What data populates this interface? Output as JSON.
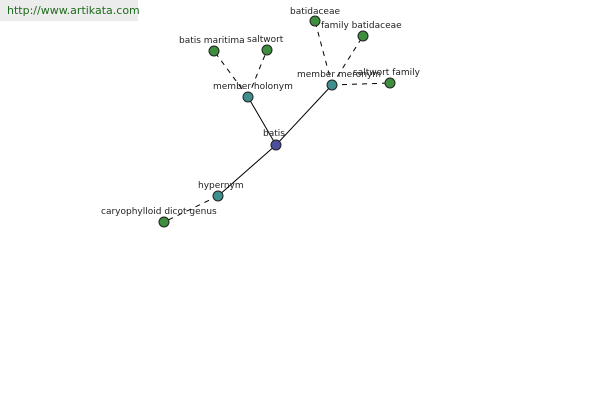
{
  "watermark": {
    "text": "http://www.artikata.com"
  },
  "colors": {
    "center_node": "#4b4f9e",
    "relation_node": "#3f8f8f",
    "leaf_node": "#3e8e3e",
    "watermark_text": "#1e6b1e",
    "watermark_bg": "#ececec"
  },
  "graph": {
    "nodes": [
      {
        "id": "batis",
        "label": "batis",
        "kind": "center"
      },
      {
        "id": "member_holonym",
        "label": "member holonym",
        "kind": "relation"
      },
      {
        "id": "member_meronym",
        "label": "member meronym",
        "kind": "relation"
      },
      {
        "id": "hypernym",
        "label": "hypernym",
        "kind": "relation"
      },
      {
        "id": "batis_maritima",
        "label": "batis maritima",
        "kind": "leaf"
      },
      {
        "id": "saltwort",
        "label": "saltwort",
        "kind": "leaf"
      },
      {
        "id": "batidaceae",
        "label": "batidaceae",
        "kind": "leaf"
      },
      {
        "id": "family_batidaceae",
        "label": "family batidaceae",
        "kind": "leaf"
      },
      {
        "id": "saltwort_family",
        "label": "saltwort family",
        "kind": "leaf"
      },
      {
        "id": "caryophylloid_dicot_genus",
        "label": "caryophylloid dicot genus",
        "kind": "leaf"
      }
    ],
    "edges": [
      {
        "from": "batis",
        "to": "member_holonym",
        "style": "solid"
      },
      {
        "from": "batis",
        "to": "member_meronym",
        "style": "solid"
      },
      {
        "from": "batis",
        "to": "hypernym",
        "style": "solid"
      },
      {
        "from": "member_holonym",
        "to": "batis_maritima",
        "style": "dashed"
      },
      {
        "from": "member_holonym",
        "to": "saltwort",
        "style": "dashed"
      },
      {
        "from": "member_meronym",
        "to": "batidaceae",
        "style": "dashed"
      },
      {
        "from": "member_meronym",
        "to": "family_batidaceae",
        "style": "dashed"
      },
      {
        "from": "member_meronym",
        "to": "saltwort_family",
        "style": "dashed"
      },
      {
        "from": "hypernym",
        "to": "caryophylloid_dicot_genus",
        "style": "dashed"
      }
    ]
  }
}
